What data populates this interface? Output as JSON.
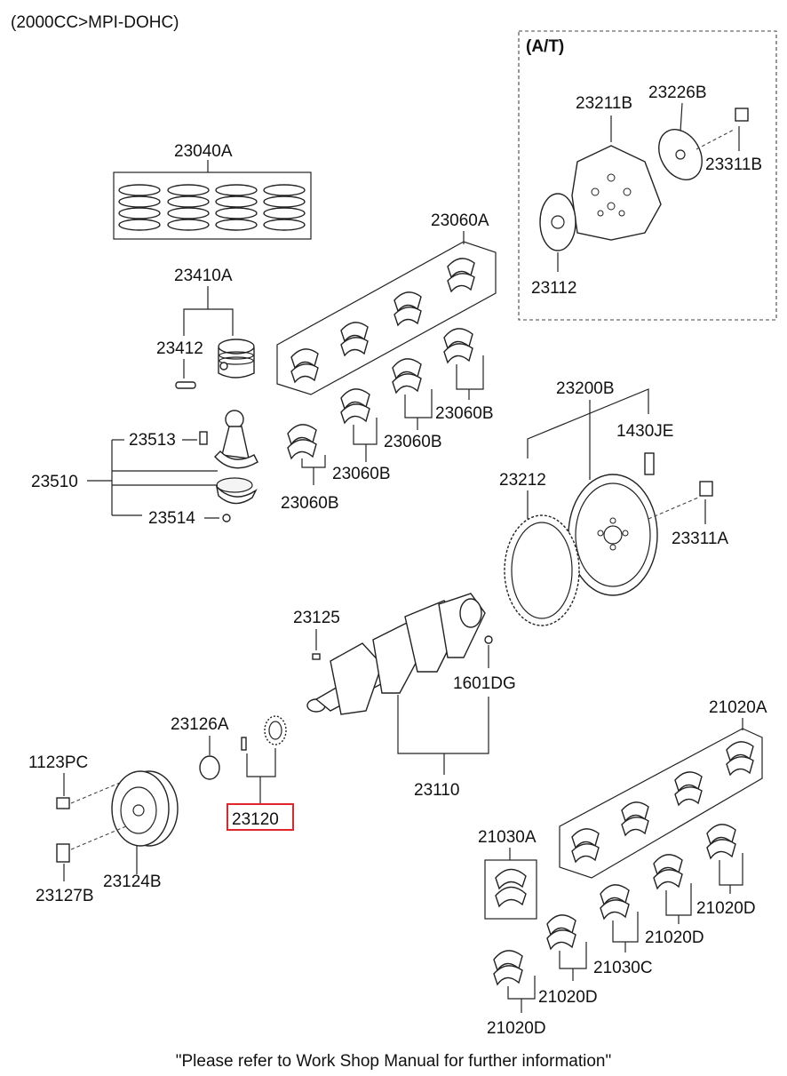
{
  "header": {
    "engine_note": "(2000CC>MPI-DOHC)"
  },
  "at_box": {
    "title": "(A/T)"
  },
  "parts": {
    "p23040A": "23040A",
    "p23410A": "23410A",
    "p23412": "23412",
    "p23513": "23513",
    "p23510": "23510",
    "p23514": "23514",
    "p23060A": "23060A",
    "p23060B": "23060B",
    "p23211B": "23211B",
    "p23226B": "23226B",
    "p23311B": "23311B",
    "p23112": "23112",
    "p23200B": "23200B",
    "p1430JE": "1430JE",
    "p23212": "23212",
    "p23311A": "23311A",
    "p23125": "23125",
    "p1601DG": "1601DG",
    "p23126A": "23126A",
    "p1123PC": "1123PC",
    "p23120": "23120",
    "p23110": "23110",
    "p23127B": "23127B",
    "p23124B": "23124B",
    "p21020A": "21020A",
    "p21030A": "21030A",
    "p21020D": "21020D",
    "p21030C": "21030C"
  },
  "highlight": {
    "part": "23120",
    "color": "#e0262a"
  },
  "footer": {
    "note": "\"Please refer to Work Shop Manual for further information\""
  }
}
